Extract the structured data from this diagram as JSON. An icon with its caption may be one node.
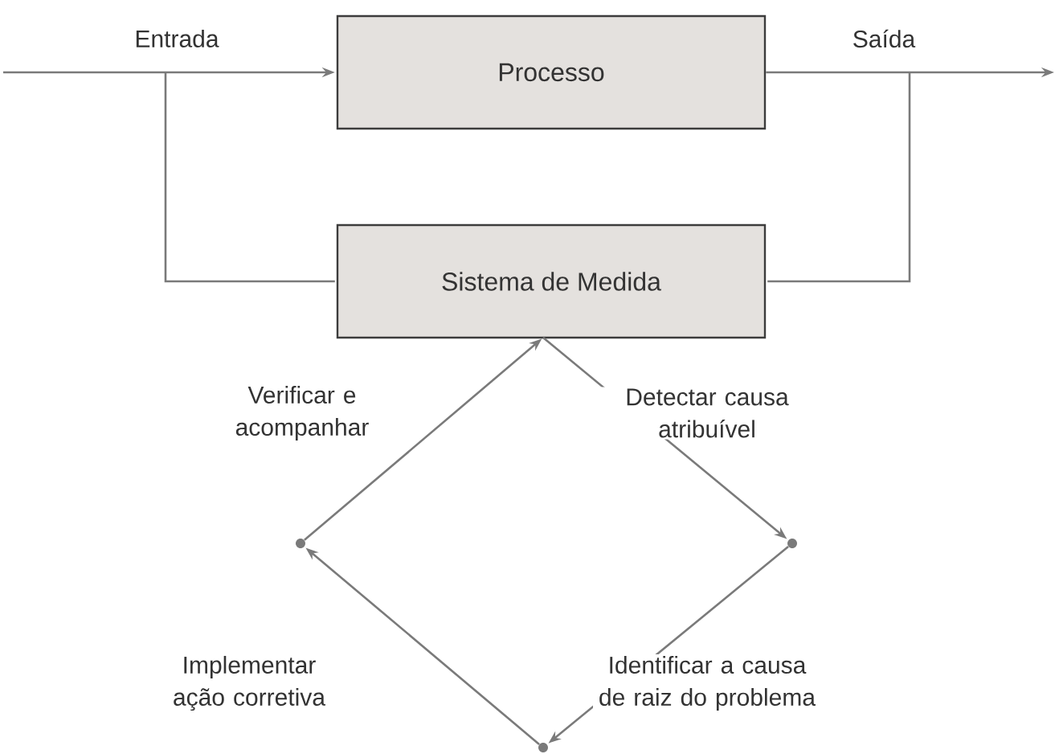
{
  "diagram": {
    "nodes": [
      {
        "text": [
          "Processo"
        ]
      },
      {
        "text": [
          "Sistema de Medida"
        ]
      },
      {
        "text": [],
        "shape": "circle"
      },
      {
        "text": [],
        "shape": "circle"
      },
      {
        "text": [],
        "shape": "circle"
      }
    ],
    "edges": [
      {
        "from": null,
        "to": 0,
        "arrow": "to",
        "label": "Entrada"
      },
      {
        "from": 0,
        "to": null,
        "arrow": "to",
        "label": "Saída"
      },
      {
        "from": null,
        "to": 1,
        "arrow": "none"
      },
      {
        "from": null,
        "to": 1,
        "arrow": "none"
      },
      {
        "from": 1,
        "to": 3,
        "arrow": "to",
        "label": "Detectar causa atribuível"
      },
      {
        "from": 3,
        "to": 4,
        "arrow": "to",
        "label": "Identificar a causa de raiz do problema"
      },
      {
        "from": 4,
        "to": 2,
        "arrow": "to",
        "label": "Implementar ação corretiva"
      },
      {
        "from": 2,
        "to": 1,
        "arrow": "to",
        "label": "Verificar e acompanhar"
      }
    ]
  }
}
